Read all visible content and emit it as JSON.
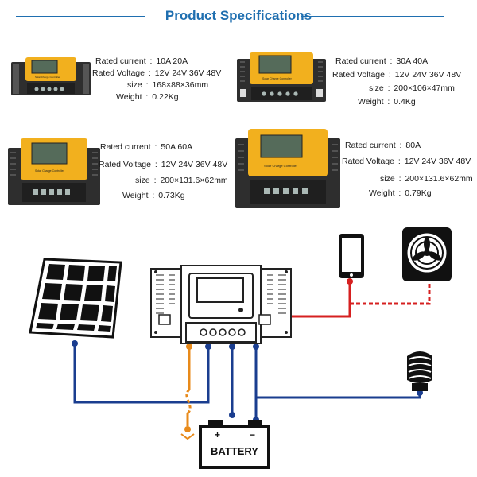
{
  "header": {
    "title": "Product Specifications"
  },
  "specs": [
    {
      "rated_current_label": "Rated current",
      "rated_current": "10A 20A",
      "rated_voltage_label": "Rated Voltage",
      "rated_voltage": "12V 24V 36V 48V",
      "size_label": "size",
      "size": "168×88×36mm",
      "weight_label": "Weight",
      "weight": "0.22Kg"
    },
    {
      "rated_current_label": "Rated current",
      "rated_current": "30A 40A",
      "rated_voltage_label": "Rated Voltage",
      "rated_voltage": "12V 24V 36V 48V",
      "size_label": "size",
      "size": "200×106×47mm",
      "weight_label": "Weight",
      "weight": "0.4Kg"
    },
    {
      "rated_current_label": "Rated current",
      "rated_current": "50A 60A",
      "rated_voltage_label": "Rated Voltage",
      "rated_voltage": "12V 24V 36V 48V",
      "size_label": "size",
      "size": "200×131.6×62mm",
      "weight_label": "Weight",
      "weight": "0.73Kg"
    },
    {
      "rated_current_label": "Rated current",
      "rated_current": "80A",
      "rated_voltage_label": "Rated Voltage",
      "rated_voltage": "12V 24V 36V 48V",
      "size_label": "size",
      "size": "200×131.6×62mm",
      "weight_label": "Weight",
      "weight": "0.79Kg"
    }
  ],
  "controller_label": "Solar Charge Controller",
  "diagram": {
    "battery_label": "BATTERY",
    "plus": "+",
    "minus": "−"
  },
  "colors": {
    "title_blue": "#1f6fb0",
    "controller_yellow": "#f2b01e",
    "controller_body": "#3a3a3a",
    "wire_blue": "#1a3d8f",
    "wire_red": "#d62020",
    "wire_orange": "#e88a1a"
  }
}
